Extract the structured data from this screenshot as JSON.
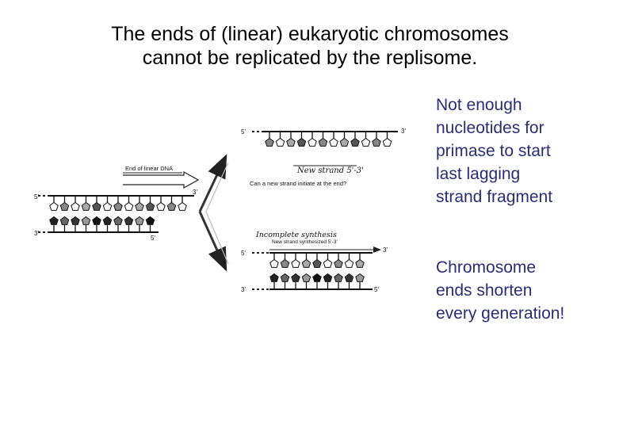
{
  "slide": {
    "title_line1": "The ends of (linear) eukaryotic chromosomes",
    "title_line2": "cannot be replicated by the replisome.",
    "note1": [
      "Not enough",
      "nucleotides for",
      "primase to start",
      "last lagging",
      "strand fragment"
    ],
    "note2": [
      "Chromosome",
      "ends shorten",
      "every generation!"
    ],
    "note_color": "#2b2b7a"
  },
  "figure": {
    "end_label": "End of linear DNA",
    "parent_top_5": "5'",
    "parent_top_3": "3'",
    "parent_bottom_3": "3'",
    "parent_bottom_5": "5'",
    "upper_top_5": "5'",
    "upper_top_3": "3'",
    "upper_question": "Can a new strand initiate at the end?",
    "upper_new_strand": "New strand 5'-3'",
    "lower_incomplete": "Incomplete synthesis",
    "lower_new_strand": "New strand synthesized 5'-3'",
    "lower_top_5": "5'",
    "lower_top_3": "3'",
    "lower_bottom_3": "3'",
    "lower_bottom_5": "5'"
  }
}
